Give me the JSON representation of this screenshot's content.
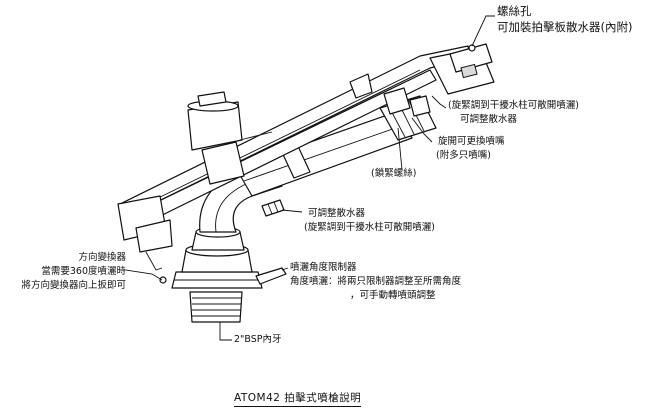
{
  "labels": {
    "screw_hole": "螺絲孔",
    "deflector_addon": "可加裝拍擊板散水器(內附)",
    "tighten_top_line1": "(旋緊調到干擾水柱可散開噴灑)",
    "tighten_top_line2": "可調整散水器",
    "nozzle_line1": "旋開可更換噴嘴",
    "nozzle_line2": "(附多只噴嘴)",
    "lock_screw": "(鎖緊螺絲)",
    "adj_mid_line1": "可調整散水器",
    "adj_mid_line2": "(旋緊調到干擾水柱可散開噴灑)",
    "reverser_line1": "方向變換器",
    "reverser_line2": "當需要360度噴灑時",
    "reverser_line3": "將方向變換器向上扳即可",
    "limiter_line1": "噴灑角度限制器",
    "limiter_line2": "角度噴灑：將兩只限制器調整至所需角度",
    "limiter_line3": "，可手動轉噴頭調整",
    "bsp_thread": "2\"BSP內牙"
  },
  "title": "ATOM42 拍擊式噴槍說明"
}
